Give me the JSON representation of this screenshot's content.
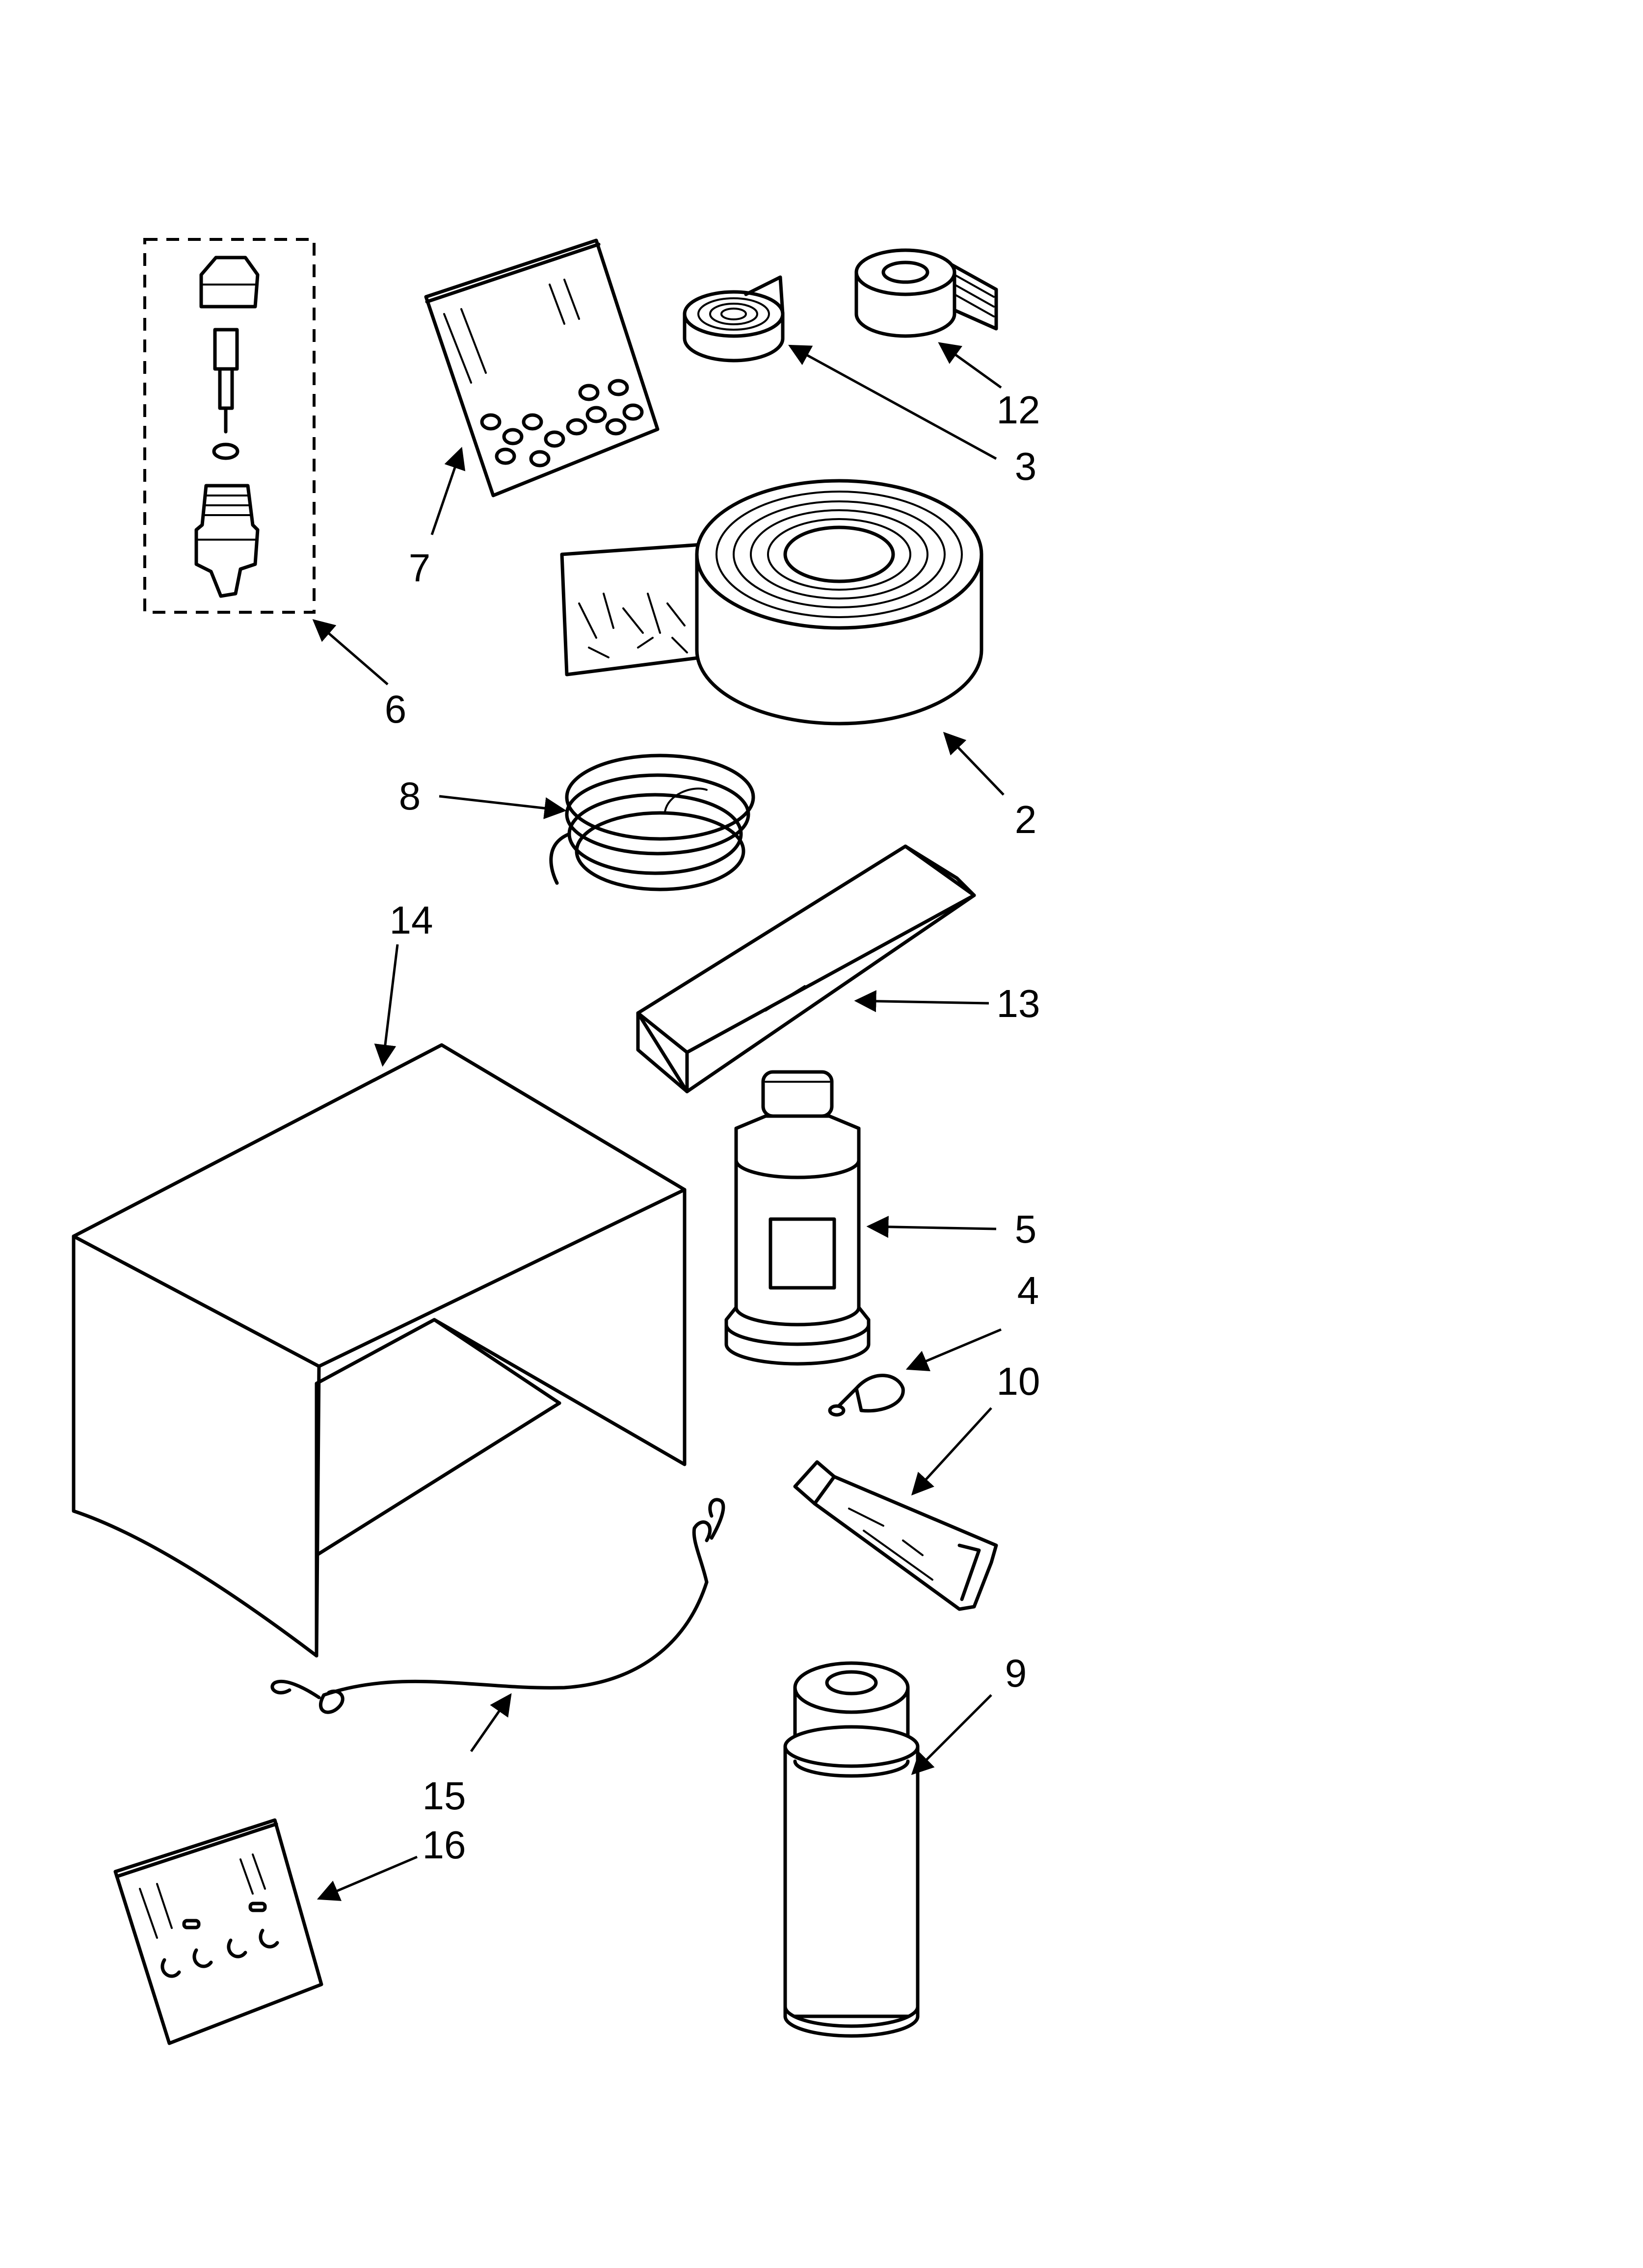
{
  "callouts": [
    {
      "id": "6",
      "text": "6"
    },
    {
      "id": "7",
      "text": "7"
    },
    {
      "id": "12",
      "text": "12"
    },
    {
      "id": "3",
      "text": "3"
    },
    {
      "id": "2",
      "text": "2"
    },
    {
      "id": "8",
      "text": "8"
    },
    {
      "id": "14",
      "text": "14"
    },
    {
      "id": "13",
      "text": "13"
    },
    {
      "id": "5",
      "text": "5"
    },
    {
      "id": "4",
      "text": "4"
    },
    {
      "id": "10",
      "text": "10"
    },
    {
      "id": "9",
      "text": "9"
    },
    {
      "id": "15",
      "text": "15"
    },
    {
      "id": "16",
      "text": "16"
    }
  ]
}
